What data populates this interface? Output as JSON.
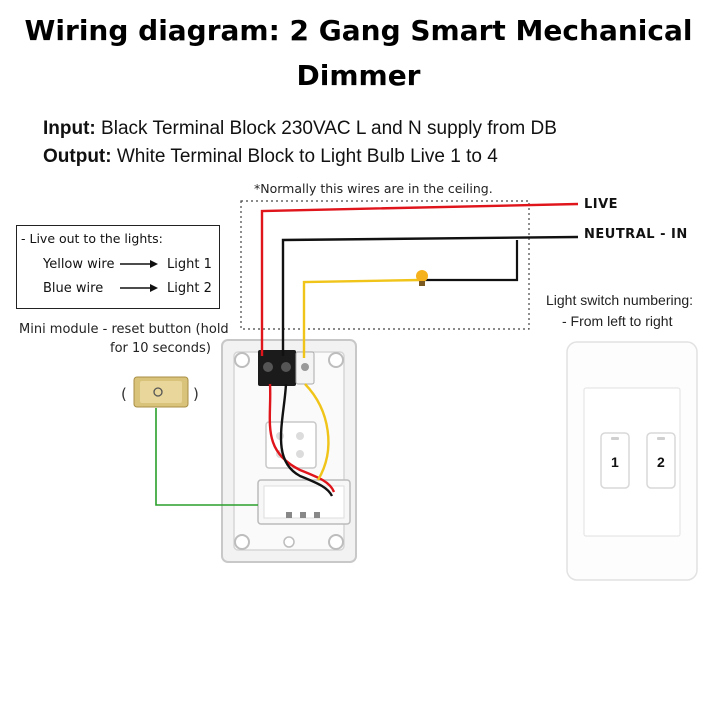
{
  "title": "Wiring diagram: 2 Gang Smart Mechanical Dimmer",
  "input": {
    "label": "Input:",
    "text": "Black Terminal Block 230VAC L and N supply from DB"
  },
  "output": {
    "label": "Output:",
    "text": "White Terminal Block to Light Bulb Live 1 to 4"
  },
  "ceiling_note": "*Normally this wires are in the ceiling.",
  "legend": {
    "header": "- Live out to the lights:",
    "rows": [
      {
        "wire": "Yellow wire",
        "target": "Light 1"
      },
      {
        "wire": "Blue wire",
        "target": "Light 2"
      }
    ]
  },
  "mini_module": {
    "line1": "Mini module - reset button (hold",
    "line2": "for 10 seconds)"
  },
  "wires": {
    "live": "LIVE",
    "neutral": "NEUTRAL - IN"
  },
  "numbering": {
    "line1": "Light switch numbering:",
    "line2": "- From left to right"
  },
  "switch_keys": [
    "1",
    "2"
  ],
  "colors": {
    "live": "#e0141b",
    "neutral": "#111111",
    "yellow": "#f0c419",
    "green": "#2aa02a",
    "module": "#d9c27a"
  }
}
